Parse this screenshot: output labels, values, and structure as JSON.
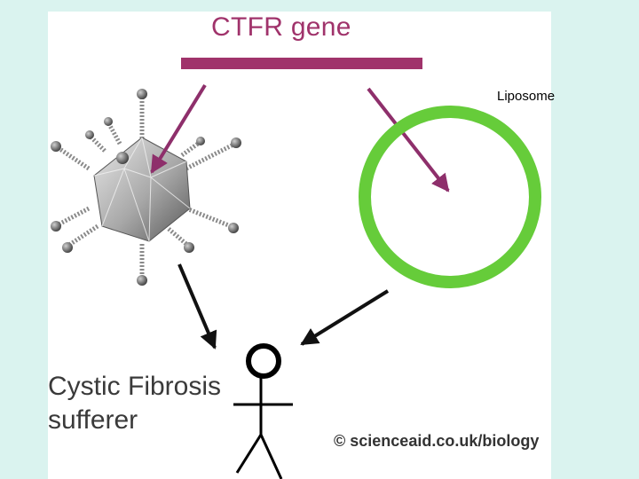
{
  "diagram": {
    "title": "CTFR gene",
    "liposome_label": "Liposome",
    "sufferer_label_line1": "Cystic Fibrosis",
    "sufferer_label_line2": "sufferer",
    "credit": "© scienceaid.co.uk/biology"
  },
  "colors": {
    "background": "#daf3ef",
    "gene_bar": "#a0336b",
    "gene_arrow": "#8e2f6b",
    "liposome_ring": "#66cc3a",
    "black_arrow": "#111111"
  },
  "icons": [
    "virus-icon",
    "stick-figure-icon",
    "liposome-ring"
  ]
}
